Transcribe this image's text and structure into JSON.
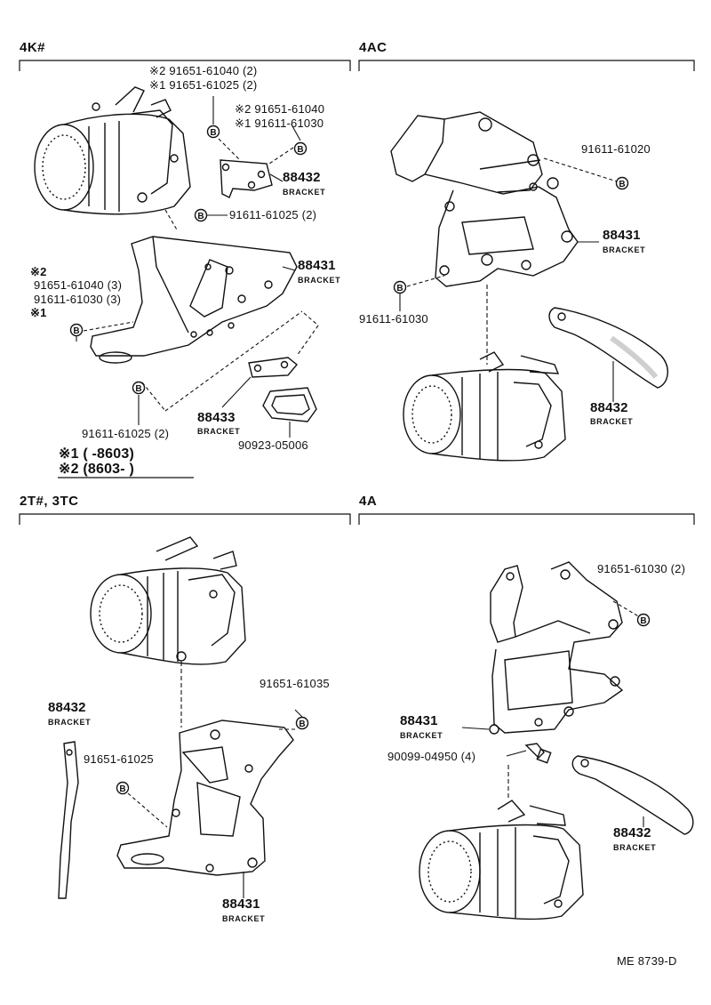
{
  "sections": {
    "4k": {
      "title": "4K#"
    },
    "4ac": {
      "title": "4AC"
    },
    "2t3tc": {
      "title": "2T#, 3TC"
    },
    "4a": {
      "title": "4A"
    }
  },
  "labels": {
    "p4k_top_a": "※2 91651-61040 (2)",
    "p4k_top_b": "※1 91651-61025 (2)",
    "p4k_mid_a": "※2 91651-61040",
    "p4k_mid_b": "※1 91611-61030",
    "p4k_88432": "88432",
    "p4k_88432_sub": "BRACKET",
    "p4k_b1": "91611-61025 (2)",
    "p4k_88431": "88431",
    "p4k_88431_sub": "BRACKET",
    "p4k_left_1": "※2",
    "p4k_left_2": "91651-61040 (3)",
    "p4k_left_3": "91611-61030 (3)",
    "p4k_left_4": "※1",
    "p4k_88433": "88433",
    "p4k_88433_sub": "BRACKET",
    "p4k_bottom": "91611-61025 (2)",
    "p4k_90923": "90923-05006",
    "note1": "※1 (        -8603)",
    "note2": "※2 (8603-          )",
    "p4ac_top": "91611-61020",
    "p4ac_88431": "88431",
    "p4ac_88431_sub": "BRACKET",
    "p4ac_left": "91611-61030",
    "p4ac_88432": "88432",
    "p4ac_88432_sub": "BRACKET",
    "p2t_35": "91651-61035",
    "p2t_88432": "88432",
    "p2t_88432_sub": "BRACKET",
    "p2t_25": "91651-61025",
    "p2t_88431": "88431",
    "p2t_88431_sub": "BRACKET",
    "p4a_top": "91651-61030 (2)",
    "p4a_88431": "88431",
    "p4a_88431_sub": "BRACKET",
    "p4a_90099": "90099-04950 (4)",
    "p4a_88432": "88432",
    "p4a_88432_sub": "BRACKET",
    "drawing_no": "ME 8739-D"
  },
  "bolt_icon": "B"
}
